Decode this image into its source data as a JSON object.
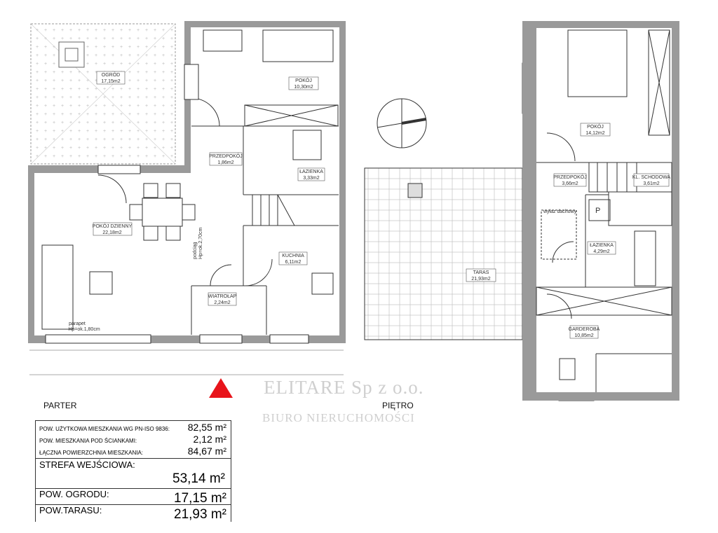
{
  "ground_floor": {
    "title": "PARTER",
    "rooms": [
      {
        "name": "OGRÓD",
        "area": "17,15m2"
      },
      {
        "name": "POKÓJ",
        "area": "10,30m2"
      },
      {
        "name": "PRZEDPOKÓJ",
        "area": "1,86m2"
      },
      {
        "name": "ŁAZIENKA",
        "area": "3,33m2"
      },
      {
        "name": "POKÓJ DZIENNY",
        "area": "22,18m2"
      },
      {
        "name": "KUCHNIA",
        "area": "6,11m2"
      },
      {
        "name": "WIATROŁAP",
        "area": "2,24m2"
      }
    ],
    "notes": {
      "sill_1": "parapet",
      "sill_2": "Hp=ok.1,80cm",
      "ceiling_1": "podciąg",
      "ceiling_2": "Hp=ok.2,70cm"
    }
  },
  "upper_floor": {
    "title": "PIĘTRO",
    "rooms": [
      {
        "name": "TARAS",
        "area": "21,93m2"
      },
      {
        "name": "POKÓJ",
        "area": "14,12m2"
      },
      {
        "name": "PRZEDPOKÓJ",
        "area": "3,66m2"
      },
      {
        "name": "KL. SCHODOWA",
        "area": "3,61m2"
      },
      {
        "name": "ŁAZIENKA",
        "area": "4,29m2"
      },
      {
        "name": "GARDEROBA",
        "area": "10,85m2"
      }
    ],
    "notes": {
      "roof_exit": "wyłaz dachowy",
      "p_mark": "P"
    }
  },
  "summary": {
    "rows": [
      {
        "label": "POW. UŻYTKOWA MIESZKANIA WG PN-ISO 9836:",
        "value": "82,55 m²"
      },
      {
        "label": "POW. MIESZKANIA POD ŚCIANKAMI:",
        "value": "2,12 m²"
      },
      {
        "label": "ŁĄCZNA POWIERZCHNIA MIESZKANIA:",
        "value": "84,67 m²"
      }
    ],
    "entry_zone_label": "STREFA WEJŚCIOWA:",
    "entry_zone_value": "53,14 m²",
    "garden_label": "POW. OGRODU:",
    "garden_value": "17,15 m²",
    "terrace_label": "POW.TARASU:",
    "terrace_value": "21,93 m²"
  },
  "watermark": {
    "company": "ELITARE Sp z o.o.",
    "subtitle": "BIURO NIERUCHOMOŚCI"
  },
  "colors": {
    "wall": "#9a9a9a",
    "entrance_marker": "#e8141b",
    "line": "#333333"
  }
}
